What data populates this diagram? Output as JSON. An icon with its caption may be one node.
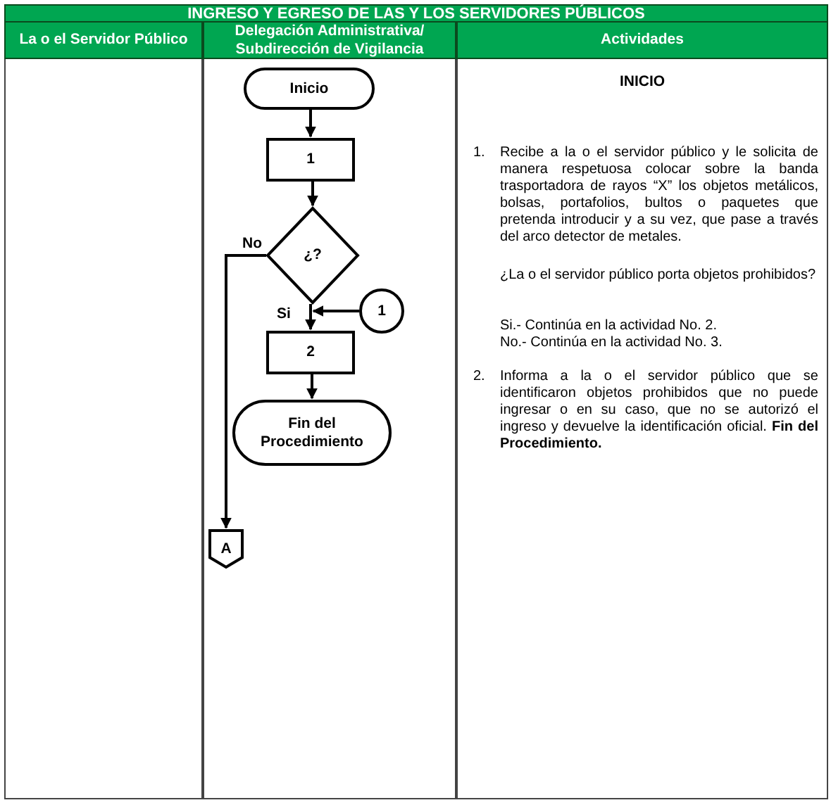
{
  "diagram": {
    "title": "INGRESO Y EGRESO DE LAS Y LOS SERVIDORES PÚBLICOS",
    "nodes": [
      {
        "text": [
          "La o el Servidor Público"
        ]
      },
      {
        "text": [
          "Delegación Administrativa/ Subdirección de Vigilancia"
        ]
      },
      {
        "text": [
          "Actividades"
        ]
      },
      {
        "text": [
          "Inicio"
        ],
        "in": 1
      },
      {
        "text": [
          "1"
        ],
        "in": 1
      },
      {
        "text": [
          "¿?"
        ],
        "in": 1
      },
      {
        "text": [
          "1"
        ],
        "in": 1
      },
      {
        "text": [
          "2"
        ],
        "in": 1
      },
      {
        "text": [
          "Fin del Procedimiento"
        ],
        "in": 1
      },
      {
        "text": [
          "A"
        ],
        "in": 1
      }
    ],
    "edges": [
      {
        "from": 3,
        "to": 4,
        "arrow": "to"
      },
      {
        "from": 4,
        "to": 5,
        "arrow": "to"
      },
      {
        "from": 5,
        "to": 7,
        "arrow": "to",
        "label": "Si"
      },
      {
        "from": 6,
        "to": 7,
        "arrow": "to"
      },
      {
        "from": 7,
        "to": 8,
        "arrow": "to"
      },
      {
        "from": 5,
        "to": 9,
        "arrow": "to",
        "label": "No"
      }
    ],
    "labels": [
      "INICIO",
      "1.",
      "Recibe a la o el servidor público y le solicita de manera respetuosa colocar sobre la banda trasportadora de rayos “X” los objetos metálicos, bolsas, portafolios, bultos o paquetes que pretenda introducir y a su vez, que pase a través del arco detector de metales.",
      "¿La o el servidor público porta objetos prohibidos?",
      "Si.- Continúa en la actividad No. 2.",
      "No.- Continúa en la actividad No. 3.",
      "2.",
      "Informa a la o el servidor público que se identificaron objetos prohibidos que no puede ingresar o en su caso, que no se autorizó el ingreso y devuelve la identificación oficial. **Fin del Procedimiento.**"
    ]
  }
}
